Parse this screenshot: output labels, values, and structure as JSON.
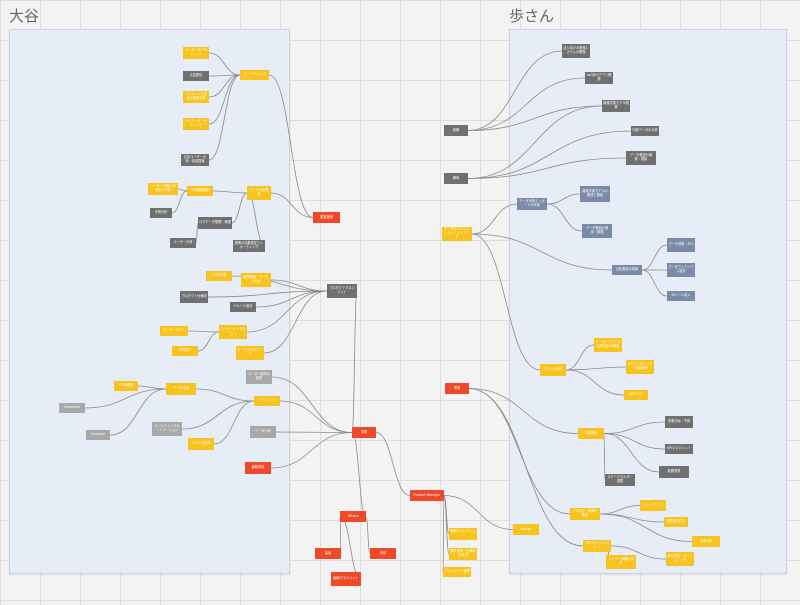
{
  "canvas": {
    "headings": {
      "left": "大谷",
      "right": "歩さん"
    }
  },
  "colors": {
    "yellow": "#f7c31c",
    "red": "#ee4a2a",
    "gray": "#707070",
    "slate": "#7a8aa8",
    "lightgray": "#a8a8a8",
    "panel": "#e7edf7",
    "link": "#8a8a8a"
  },
  "nodes": [
    {
      "id": "l_top1",
      "color": "yellow",
      "label": "ユーザーのプロフィール"
    },
    {
      "id": "l_top2",
      "color": "gray",
      "label": "広告配信"
    },
    {
      "id": "l_top3",
      "color": "yellow",
      "label": "リスティング広告の運用改善"
    },
    {
      "id": "l_top4",
      "color": "yellow",
      "label": "ハイパーターゲティング"
    },
    {
      "id": "l_top5",
      "color": "gray",
      "label": "広告ユーザー分析・改善提案"
    },
    {
      "id": "l_topHub",
      "color": "yellow",
      "label": "マーケティング"
    },
    {
      "id": "l_redHub",
      "color": "red",
      "label": "集客施策"
    },
    {
      "id": "l_m1",
      "color": "yellow",
      "label": "ユーザー行動の可視化と分析"
    },
    {
      "id": "l_m2",
      "color": "yellow",
      "label": "分析基盤構築"
    },
    {
      "id": "l_m3",
      "color": "yellow",
      "label": "データ分析基盤"
    },
    {
      "id": "l_m4",
      "color": "gray",
      "label": "予測分析"
    },
    {
      "id": "l_m5",
      "color": "gray",
      "label": "ログデータ整理・管理"
    },
    {
      "id": "l_m6",
      "color": "gray",
      "label": "ユーザー分析"
    },
    {
      "id": "l_m7",
      "color": "gray",
      "label": "施策の効果測定とレポーティング"
    },
    {
      "id": "l_s1",
      "color": "yellow",
      "label": "UI/UX改善"
    },
    {
      "id": "l_s2",
      "color": "yellow",
      "label": "新規機能・サービス企画"
    },
    {
      "id": "l_s3",
      "color": "gray",
      "label": "プロダクト仕様書"
    },
    {
      "id": "l_s4",
      "color": "gray",
      "label": "ペルソナ設計"
    },
    {
      "id": "l_sHub",
      "color": "gray",
      "label": "プロダクトマネジメント"
    },
    {
      "id": "l_s5",
      "color": "yellow",
      "label": "ユーザーテスト"
    },
    {
      "id": "l_s6",
      "color": "yellow",
      "label": "ユーザーインタビュー"
    },
    {
      "id": "l_s7",
      "color": "yellow",
      "label": "KPI設計"
    },
    {
      "id": "l_s8",
      "color": "yellow",
      "label": "サービスのグロース"
    },
    {
      "id": "l_b1",
      "color": "lightgray",
      "label": "ユーザー動向の調査"
    },
    {
      "id": "l_b2",
      "color": "yellow",
      "label": "CRM施策"
    },
    {
      "id": "l_b3",
      "color": "yellow",
      "label": "データ活用"
    },
    {
      "id": "l_b4",
      "color": "lightgray",
      "label": "Salesforce"
    },
    {
      "id": "l_b5",
      "color": "lightgray",
      "label": "HubSpot"
    },
    {
      "id": "l_b6",
      "color": "lightgray",
      "label": "マーケティングオートメーション"
    },
    {
      "id": "l_b7",
      "color": "yellow",
      "label": "メルマガ施策"
    },
    {
      "id": "l_b8",
      "color": "yellow",
      "label": "リテンション"
    },
    {
      "id": "l_b9",
      "color": "lightgray",
      "label": "データ分析"
    },
    {
      "id": "l_b10",
      "color": "red",
      "label": "顧客育成"
    },
    {
      "id": "c_center",
      "color": "red",
      "label": "事業"
    },
    {
      "id": "c_down",
      "color": "red",
      "label": "Others"
    },
    {
      "id": "c_d1",
      "color": "red",
      "label": "採用"
    },
    {
      "id": "c_d2",
      "color": "red",
      "label": "育成"
    },
    {
      "id": "c_d3",
      "color": "red",
      "label": "組織マネジメント"
    },
    {
      "id": "c_right",
      "color": "red",
      "label": "Product Manager"
    },
    {
      "id": "c_r1",
      "color": "yellow",
      "label": "開発ディレクション"
    },
    {
      "id": "c_r2",
      "color": "yellow",
      "label": "要件定義・仕様書の作成"
    },
    {
      "id": "c_r3",
      "color": "yellow",
      "label": "プロジェクト管理"
    },
    {
      "id": "c_r4",
      "color": "yellow",
      "label": "Design"
    },
    {
      "id": "r_t1",
      "color": "gray",
      "label": "法人向けの業務システムの開発"
    },
    {
      "id": "r_t2",
      "color": "gray",
      "label": "toC向けアプリ開発"
    },
    {
      "id": "r_t3",
      "color": "gray",
      "label": "機械学習モデル開発"
    },
    {
      "id": "r_t4",
      "color": "gray",
      "label": "行動データの分析"
    },
    {
      "id": "r_t5",
      "color": "gray",
      "label": "データ基盤の構築・運用"
    },
    {
      "id": "r_h1",
      "color": "gray",
      "label": "経験"
    },
    {
      "id": "r_h2",
      "color": "gray",
      "label": "興味"
    },
    {
      "id": "r_ml",
      "color": "yellow",
      "label": "データサイエンティスト・エンジニア"
    },
    {
      "id": "r_m1",
      "color": "slate",
      "label": "データ分析とレポートの作成"
    },
    {
      "id": "r_m2",
      "color": "slate",
      "label": "機械学習モデルの開発と運用"
    },
    {
      "id": "r_m3",
      "color": "slate",
      "label": "データ基盤の運用・管理"
    },
    {
      "id": "r_m4",
      "color": "slate",
      "label": "分析基盤の構築"
    },
    {
      "id": "r_m5",
      "color": "slate",
      "label": "データ収集・ETL"
    },
    {
      "id": "r_m6",
      "color": "slate",
      "label": "データウェアハウス設計"
    },
    {
      "id": "r_m7",
      "color": "slate",
      "label": "BIツール導入"
    },
    {
      "id": "r_g1",
      "color": "yellow",
      "label": "データドリブンな意思決定の推進"
    },
    {
      "id": "r_g2",
      "color": "yellow",
      "label": "グロース施策"
    },
    {
      "id": "r_g3",
      "color": "yellow",
      "label": "KPIモニタリングと改善提案"
    },
    {
      "id": "r_g4",
      "color": "yellow",
      "label": "ABテスト"
    },
    {
      "id": "r_red",
      "color": "red",
      "label": "事業"
    },
    {
      "id": "r_b1",
      "color": "yellow",
      "label": "事業推進"
    },
    {
      "id": "r_b2",
      "color": "gray",
      "label": "事業計画・予算"
    },
    {
      "id": "r_b3",
      "color": "gray",
      "label": "KPIマネジメント"
    },
    {
      "id": "r_b4",
      "color": "gray",
      "label": "新規事業"
    },
    {
      "id": "r_b5",
      "color": "gray",
      "label": "ステークホルダー調整"
    },
    {
      "id": "r_b6",
      "color": "yellow",
      "label": "プロダクト戦略の策定"
    },
    {
      "id": "r_b7",
      "color": "yellow",
      "label": "ロードマップ"
    },
    {
      "id": "r_b8",
      "color": "yellow",
      "label": "優先順位付け"
    },
    {
      "id": "r_b9",
      "color": "yellow",
      "label": "市場分析"
    },
    {
      "id": "r_b10",
      "color": "yellow",
      "label": "プロダクトマネジメント"
    },
    {
      "id": "r_b11",
      "color": "yellow",
      "label": "ユーザー体験の設計"
    },
    {
      "id": "r_b12",
      "color": "yellow",
      "label": "競合調査・ポジショニング"
    }
  ]
}
